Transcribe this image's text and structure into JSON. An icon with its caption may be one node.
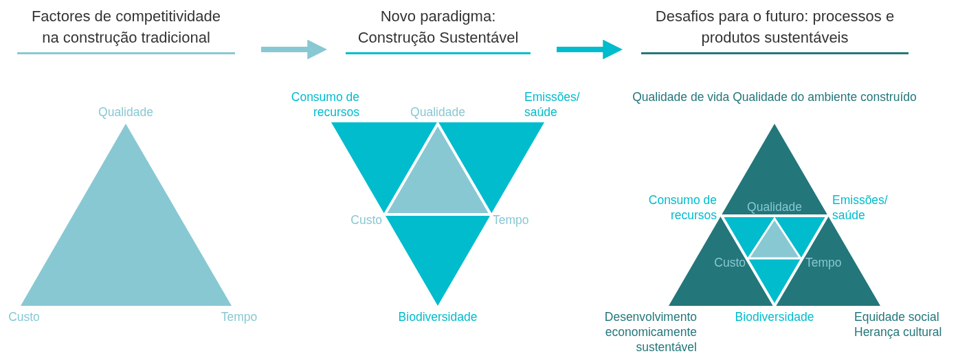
{
  "diagram": {
    "nodes": [
      {
        "text": [
          "Factores de competitividade na construção tradicional"
        ]
      },
      {
        "text": [
          "Novo paradigma: Construção Sustentável"
        ]
      },
      {
        "text": [
          "Desafios para o futuro: processos e produtos sustentáveis"
        ]
      }
    ],
    "edges": [
      {
        "from": 0,
        "to": 1,
        "arrow": "to",
        "color": "#88c8d3"
      },
      {
        "from": 1,
        "to": 2,
        "arrow": "to",
        "color": "#00bccd"
      }
    ],
    "labels": [
      "Qualidade",
      "Custo",
      "Tempo",
      "Consumo de recursos",
      "Qualidade",
      "Emissões/ saúde",
      "Custo",
      "Tempo",
      "Biodiversidade",
      "Qualidade de vida Qualidade do ambiente construído",
      "Consumo de recursos",
      "Qualidade",
      "Emissões/ saúde",
      "Custo",
      "Tempo",
      "Desenvolvimento economicamente sustentável",
      "Biodiversidade",
      "Equidade social Herança cultural"
    ]
  }
}
